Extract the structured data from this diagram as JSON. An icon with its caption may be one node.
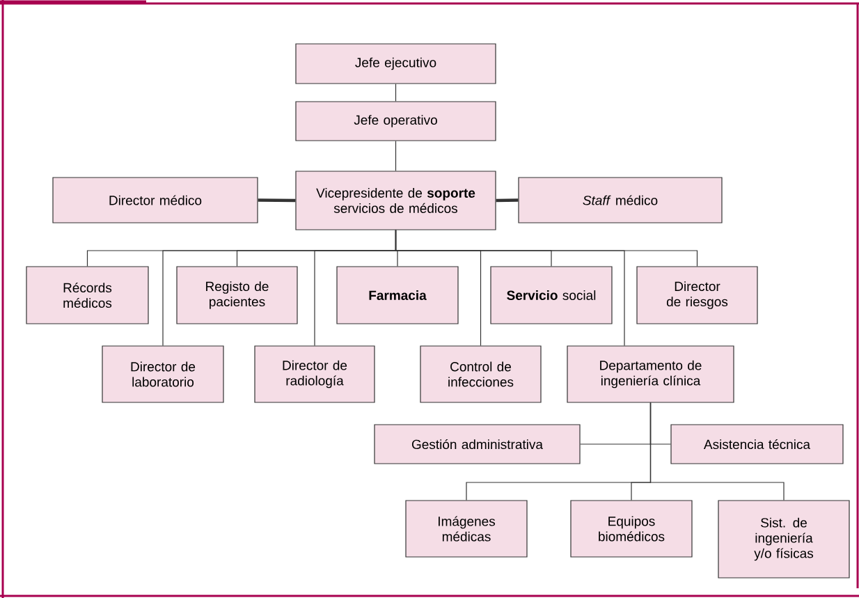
{
  "diagram": {
    "nodes": [
      {
        "text": [
          "Jefe ejecutivo"
        ]
      },
      {
        "text": [
          "Jefe operativo"
        ]
      },
      {
        "text": [
          "Vicepresidente de **soporte** servicios de médicos"
        ]
      },
      {
        "text": [
          "Director médico"
        ]
      },
      {
        "text": [
          "*Staff* médico"
        ]
      },
      {
        "text": [
          "Récords médicos"
        ]
      },
      {
        "text": [
          "Registo de pacientes"
        ]
      },
      {
        "text": [
          "Farmacia"
        ]
      },
      {
        "text": [
          "**Servicio** social"
        ]
      },
      {
        "text": [
          "Director de riesgos"
        ]
      },
      {
        "text": [
          "Director de laboratorio"
        ]
      },
      {
        "text": [
          "Director de radiología"
        ]
      },
      {
        "text": [
          "Control de infecciones"
        ]
      },
      {
        "text": [
          "Departamento de ingeniería clínica"
        ]
      },
      {
        "text": [
          "Gestión administrativa"
        ]
      },
      {
        "text": [
          "Asistencia técnica"
        ]
      },
      {
        "text": [
          "Imágenes médicas"
        ]
      },
      {
        "text": [
          "Equipos biomédicos"
        ]
      },
      {
        "text": [
          "Sist. de ingeniería y/o físicas"
        ]
      }
    ],
    "edges": [
      {
        "from": 0,
        "to": 1,
        "arrow": "none"
      },
      {
        "from": 1,
        "to": 2,
        "arrow": "none"
      },
      {
        "from": 2,
        "to": 3,
        "arrow": "none",
        "style": "thick"
      },
      {
        "from": 2,
        "to": 4,
        "arrow": "none",
        "style": "thick"
      },
      {
        "from": 2,
        "to": 5,
        "arrow": "none"
      },
      {
        "from": 2,
        "to": 10,
        "arrow": "none"
      },
      {
        "from": 2,
        "to": 6,
        "arrow": "none"
      },
      {
        "from": 2,
        "to": 11,
        "arrow": "none"
      },
      {
        "from": 2,
        "to": 7,
        "arrow": "none"
      },
      {
        "from": 2,
        "to": 12,
        "arrow": "none"
      },
      {
        "from": 2,
        "to": 8,
        "arrow": "none"
      },
      {
        "from": 2,
        "to": 13,
        "arrow": "none"
      },
      {
        "from": 2,
        "to": 9,
        "arrow": "none"
      },
      {
        "from": 13,
        "to": 14,
        "arrow": "none"
      },
      {
        "from": 13,
        "to": 15,
        "arrow": "none"
      },
      {
        "from": 13,
        "to": 16,
        "arrow": "none"
      },
      {
        "from": 13,
        "to": 17,
        "arrow": "none"
      },
      {
        "from": 13,
        "to": 18,
        "arrow": "none"
      }
    ]
  }
}
